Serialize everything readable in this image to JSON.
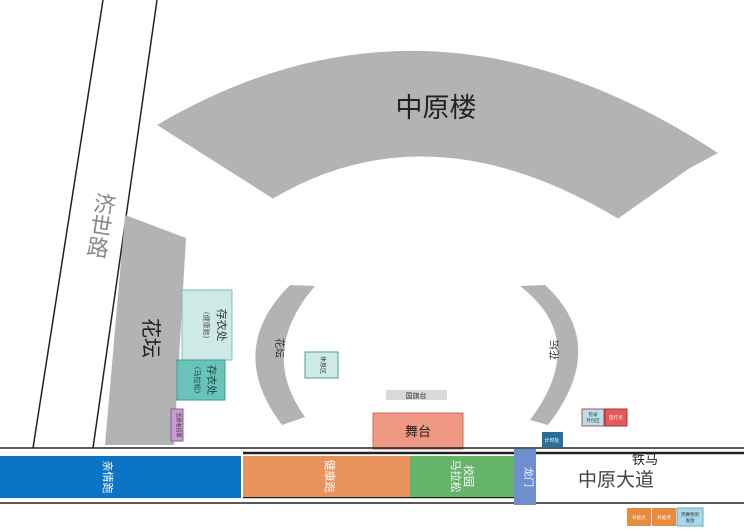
{
  "map": {
    "building": "中原楼",
    "road_left": "济世路",
    "flowerbed_left": "花坛",
    "flowerbed_arc_left": "花坛",
    "flowerbed_arc_right": "花坛",
    "locker_health_title": "存衣处",
    "locker_health_sub": "(健康跑)",
    "locker_marathon_title": "存衣处",
    "locker_marathon_sub": "(马拉松)",
    "rest_area": "休息区",
    "flag_platform": "国旗台",
    "stage": "舞台",
    "recruit": "志愿者招募",
    "timing": "计时处",
    "check_area_line1": "检录",
    "check_area_line2": "存包区",
    "medical": "医疗点",
    "tiema": "铁马",
    "avenue": "中原大道",
    "lane_family": "亲情跑",
    "lane_health": "健康跑",
    "lane_campus_line1": "校园",
    "lane_campus_line2": "马拉松",
    "gate": "龙门",
    "supply1": "补给点",
    "supply2": "补给点",
    "supply3_line1": "完赛物资",
    "supply3_line2": "发放"
  },
  "colors": {
    "gray_area": "#b3b3b3",
    "locker_health": "#cdeae6",
    "locker_marathon": "#69c3b8",
    "stage": "#ee9783",
    "family_lane": "#0a74c6",
    "health_lane": "#e8935c",
    "campus_lane": "#64b56a",
    "gate": "#6e8fcf",
    "timing": "#27709a",
    "recruit": "#c99bd0",
    "check_area": "#b8e1ea",
    "medical": "#e45a5a",
    "supply_orange": "#e78b3f",
    "supply_light": "#a9d8ea"
  }
}
